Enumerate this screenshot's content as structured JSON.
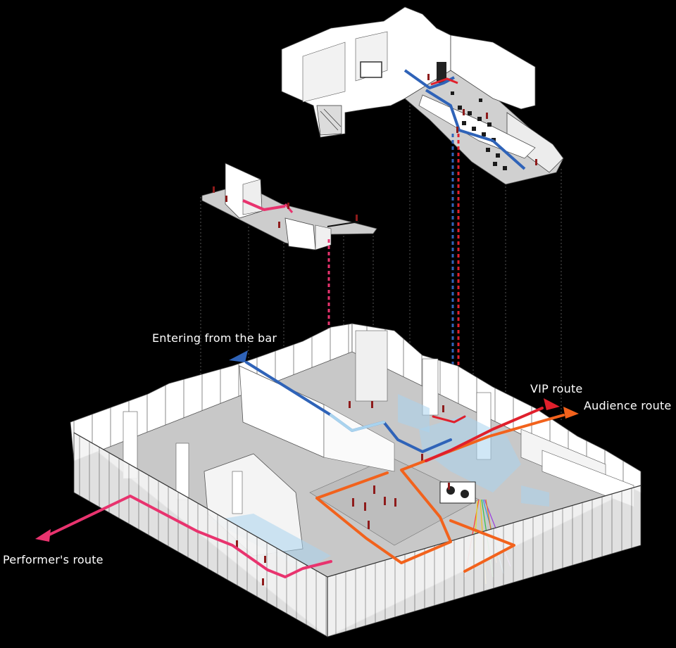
{
  "labels": {
    "entering_from_bar": "Entering from the bar",
    "vip_route": "VIP route",
    "audience_route": "Audience route",
    "performers_route": "Performer's route"
  },
  "colors": {
    "background": "#000000",
    "bar_route": "#2f63b8",
    "vip_route": "#e0202c",
    "audience_route": "#f2621c",
    "performer_route": "#e8336e",
    "floor": "#c9c9c9",
    "wall": "#ffffff",
    "glass": "#a9d3ee"
  }
}
